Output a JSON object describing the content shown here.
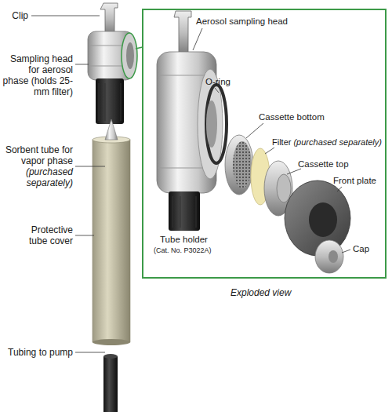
{
  "diagram": {
    "labels": [
      "Clip",
      "Sampling head for aerosol phase (holds 25-mm filter)",
      "Sorbent tube for vapor phase",
      "(purchased separately)",
      "Protective tube cover",
      "Tubing to pump",
      "Aerosol sampling head",
      "O-ring",
      "Cassette bottom",
      "Filter",
      "(purchased separately)",
      "Cassette top",
      "Front plate",
      "Tube holder",
      "(Cat. No. P3022A)",
      "Cap",
      "Exploded view"
    ]
  }
}
